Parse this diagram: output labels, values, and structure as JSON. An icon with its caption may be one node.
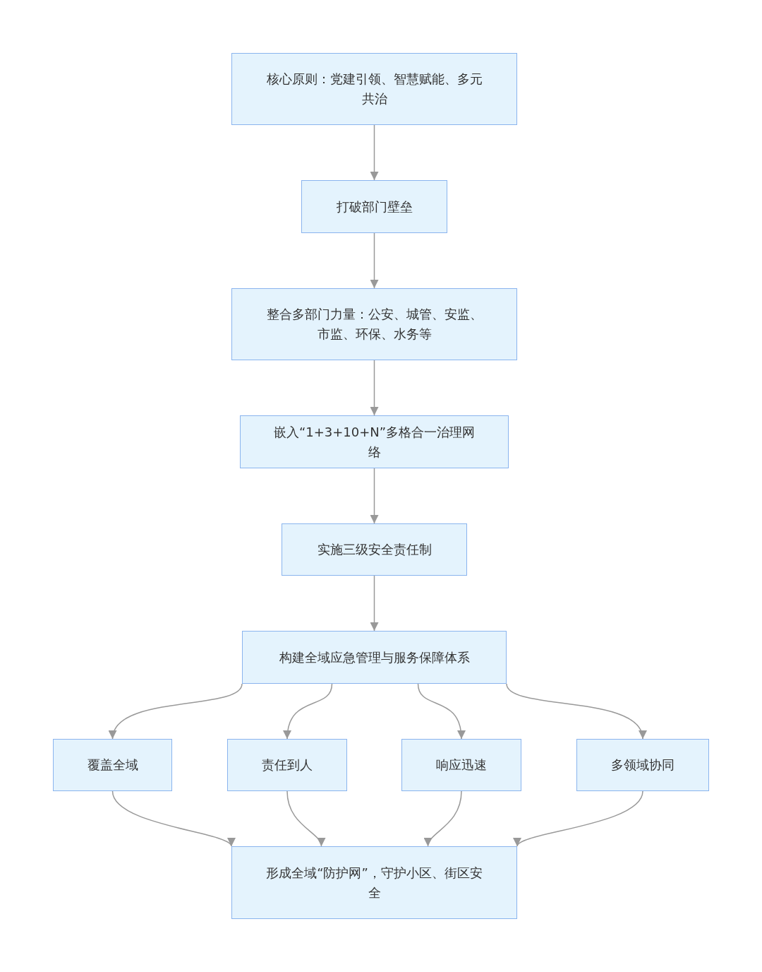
{
  "diagram": {
    "nodes": [
      {
        "text": [
          "核心原则：党建引领、智慧赋能、多元共治"
        ]
      },
      {
        "text": [
          "打破部门壁垒"
        ]
      },
      {
        "text": [
          "整合多部门力量：公安、城管、安监、市监、环保、水务等"
        ]
      },
      {
        "text": [
          "嵌入“1+3+10+N”多格合一治理网络"
        ]
      },
      {
        "text": [
          "实施三级安全责任制"
        ]
      },
      {
        "text": [
          "构建全域应急管理与服务保障体系"
        ]
      },
      {
        "text": [
          "覆盖全域"
        ]
      },
      {
        "text": [
          "责任到人"
        ]
      },
      {
        "text": [
          "响应迅速"
        ]
      },
      {
        "text": [
          "多领域协同"
        ]
      },
      {
        "text": [
          "形成全域“防护网”，守护小区、街区安全"
        ]
      }
    ],
    "edges": [
      {
        "from": 0,
        "to": 1,
        "arrow": "to"
      },
      {
        "from": 1,
        "to": 2,
        "arrow": "to"
      },
      {
        "from": 2,
        "to": 3,
        "arrow": "to"
      },
      {
        "from": 3,
        "to": 4,
        "arrow": "to"
      },
      {
        "from": 4,
        "to": 5,
        "arrow": "to"
      },
      {
        "from": 5,
        "to": 6,
        "arrow": "to"
      },
      {
        "from": 5,
        "to": 7,
        "arrow": "to"
      },
      {
        "from": 5,
        "to": 8,
        "arrow": "to"
      },
      {
        "from": 5,
        "to": 9,
        "arrow": "to"
      },
      {
        "from": 6,
        "to": 10,
        "arrow": "to"
      },
      {
        "from": 7,
        "to": 10,
        "arrow": "to"
      },
      {
        "from": 8,
        "to": 10,
        "arrow": "to"
      },
      {
        "from": 9,
        "to": 10,
        "arrow": "to"
      }
    ]
  }
}
